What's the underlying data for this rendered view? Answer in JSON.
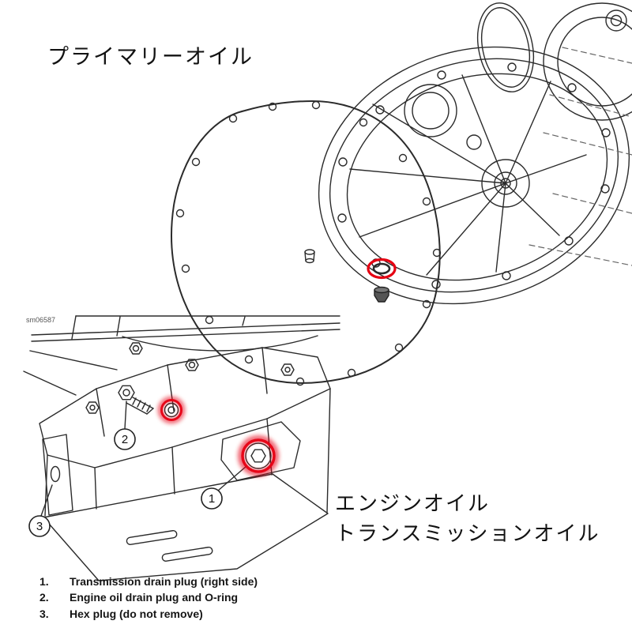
{
  "colors": {
    "highlight": "#e60012",
    "line": "#2b2b2b"
  },
  "labels": {
    "primary_oil": "プライマリーオイル",
    "engine_oil": "エンジンオイル",
    "transmission_oil": "トランスミッションオイル"
  },
  "figure_code": "sm06587",
  "callouts": [
    {
      "number": "1"
    },
    {
      "number": "2"
    },
    {
      "number": "3"
    }
  ],
  "legend": {
    "items": [
      {
        "number": "1.",
        "text": "Transmission drain plug (right side)"
      },
      {
        "number": "2.",
        "text": "Engine oil drain plug and O-ring"
      },
      {
        "number": "3.",
        "text": "Hex plug (do not remove)"
      }
    ]
  }
}
